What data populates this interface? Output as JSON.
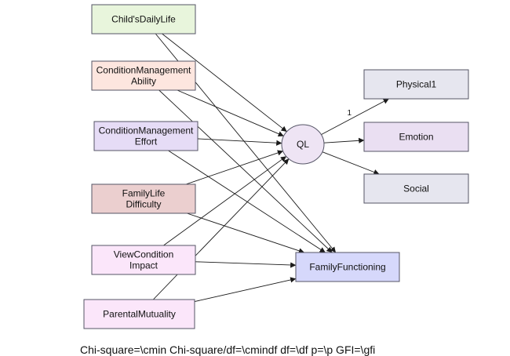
{
  "nodes": {
    "childs_daily_life": {
      "lines": [
        "Child'sDailyLife"
      ],
      "fill": "#e8f5dc"
    },
    "condition_management_ability": {
      "lines": [
        "ConditionManagement",
        "Ability"
      ],
      "fill": "#fde6df"
    },
    "condition_management_effort": {
      "lines": [
        "ConditionManagement",
        "Effort"
      ],
      "fill": "#e6dcf6"
    },
    "family_life_difficulty": {
      "lines": [
        "FamilyLife",
        "Difficulty"
      ],
      "fill": "#ebcfcf"
    },
    "view_condition_impact": {
      "lines": [
        "ViewCondition",
        "Impact"
      ],
      "fill": "#fbe6fa"
    },
    "parental_mutuality": {
      "lines": [
        "ParentalMutuality"
      ],
      "fill": "#fbe6fa"
    },
    "ql": {
      "lines": [
        "QL"
      ],
      "fill": "#eee4f4"
    },
    "physical1": {
      "lines": [
        "Physical1"
      ],
      "fill": "#e6e6ef"
    },
    "emotion": {
      "lines": [
        "Emotion"
      ],
      "fill": "#eadff2"
    },
    "social": {
      "lines": [
        "Social"
      ],
      "fill": "#e6e6ef"
    },
    "family_functioning": {
      "lines": [
        "FamilyFunctioning"
      ],
      "fill": "#d6d8fb"
    }
  },
  "edges": [
    {
      "from": "childs_daily_life",
      "to": "ql",
      "label": ""
    },
    {
      "from": "childs_daily_life",
      "to": "family_functioning",
      "label": ""
    },
    {
      "from": "condition_management_ability",
      "to": "ql",
      "label": ""
    },
    {
      "from": "condition_management_ability",
      "to": "family_functioning",
      "label": ""
    },
    {
      "from": "condition_management_effort",
      "to": "ql",
      "label": ""
    },
    {
      "from": "condition_management_effort",
      "to": "family_functioning",
      "label": ""
    },
    {
      "from": "family_life_difficulty",
      "to": "ql",
      "label": ""
    },
    {
      "from": "family_life_difficulty",
      "to": "family_functioning",
      "label": ""
    },
    {
      "from": "view_condition_impact",
      "to": "ql",
      "label": ""
    },
    {
      "from": "view_condition_impact",
      "to": "family_functioning",
      "label": ""
    },
    {
      "from": "parental_mutuality",
      "to": "ql",
      "label": ""
    },
    {
      "from": "parental_mutuality",
      "to": "family_functioning",
      "label": ""
    },
    {
      "from": "ql",
      "to": "physical1",
      "label": "1"
    },
    {
      "from": "ql",
      "to": "emotion",
      "label": ""
    },
    {
      "from": "ql",
      "to": "social",
      "label": ""
    }
  ],
  "footer": {
    "text": "Chi-square=\\cmin  Chi-square/df=\\cmindf  df=\\df  p=\\p  GFI=\\gfi"
  },
  "colors": {
    "stroke": "#555566",
    "edge": "#1a1a1a"
  }
}
